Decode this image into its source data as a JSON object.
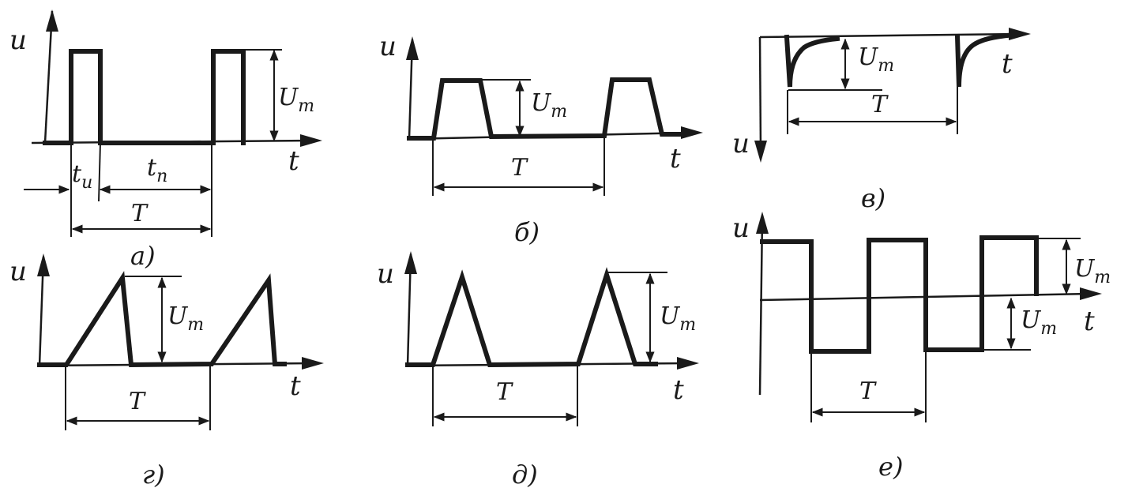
{
  "labels": {
    "u": "u",
    "t": "t",
    "U": "U",
    "m": "m",
    "T": "T",
    "t_small": "t",
    "sub_i": "и",
    "sub_n": "п"
  },
  "captions": {
    "a": "а)",
    "b": "б)",
    "v": "в)",
    "g": "г)",
    "d": "д)",
    "e": "е)"
  }
}
